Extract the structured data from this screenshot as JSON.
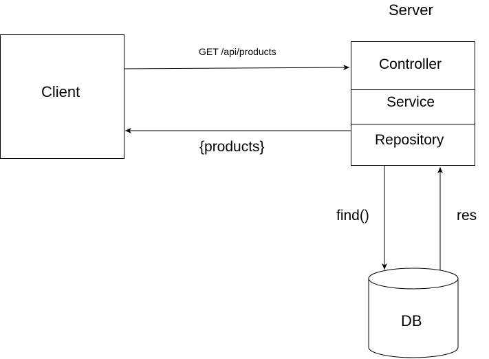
{
  "diagram": {
    "server_label": "Server",
    "client_label": "Client",
    "layers": {
      "controller": "Controller",
      "service": "Service",
      "repository": "Repository"
    },
    "database_label": "DB",
    "edges": {
      "request": "GET /api/products",
      "response": "{products}",
      "query": "find()",
      "result": "res"
    }
  },
  "colors": {
    "stroke": "#000000",
    "background": "#ffffff"
  }
}
